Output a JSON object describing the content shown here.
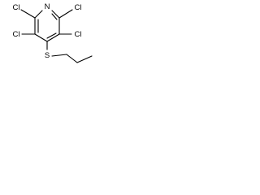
{
  "molecule": {
    "atoms": {
      "n": "N",
      "cl_top_left": "Cl",
      "cl_top_right": "Cl",
      "cl_bottom_left": "Cl",
      "cl_right": "Cl",
      "s": "S"
    }
  }
}
